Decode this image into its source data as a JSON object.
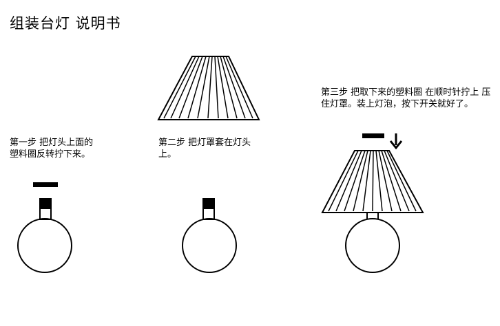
{
  "title": "组装台灯  说明书",
  "steps": [
    {
      "text": "第一步  把灯头上面的  塑料圈反转拧下来。"
    },
    {
      "text": "第二步  把灯罩套在灯头上。"
    },
    {
      "text": "第三步  把取下来的塑料圈  在顺时针拧上  压住灯罩。装上灯泡，按下开关就好了。"
    }
  ]
}
